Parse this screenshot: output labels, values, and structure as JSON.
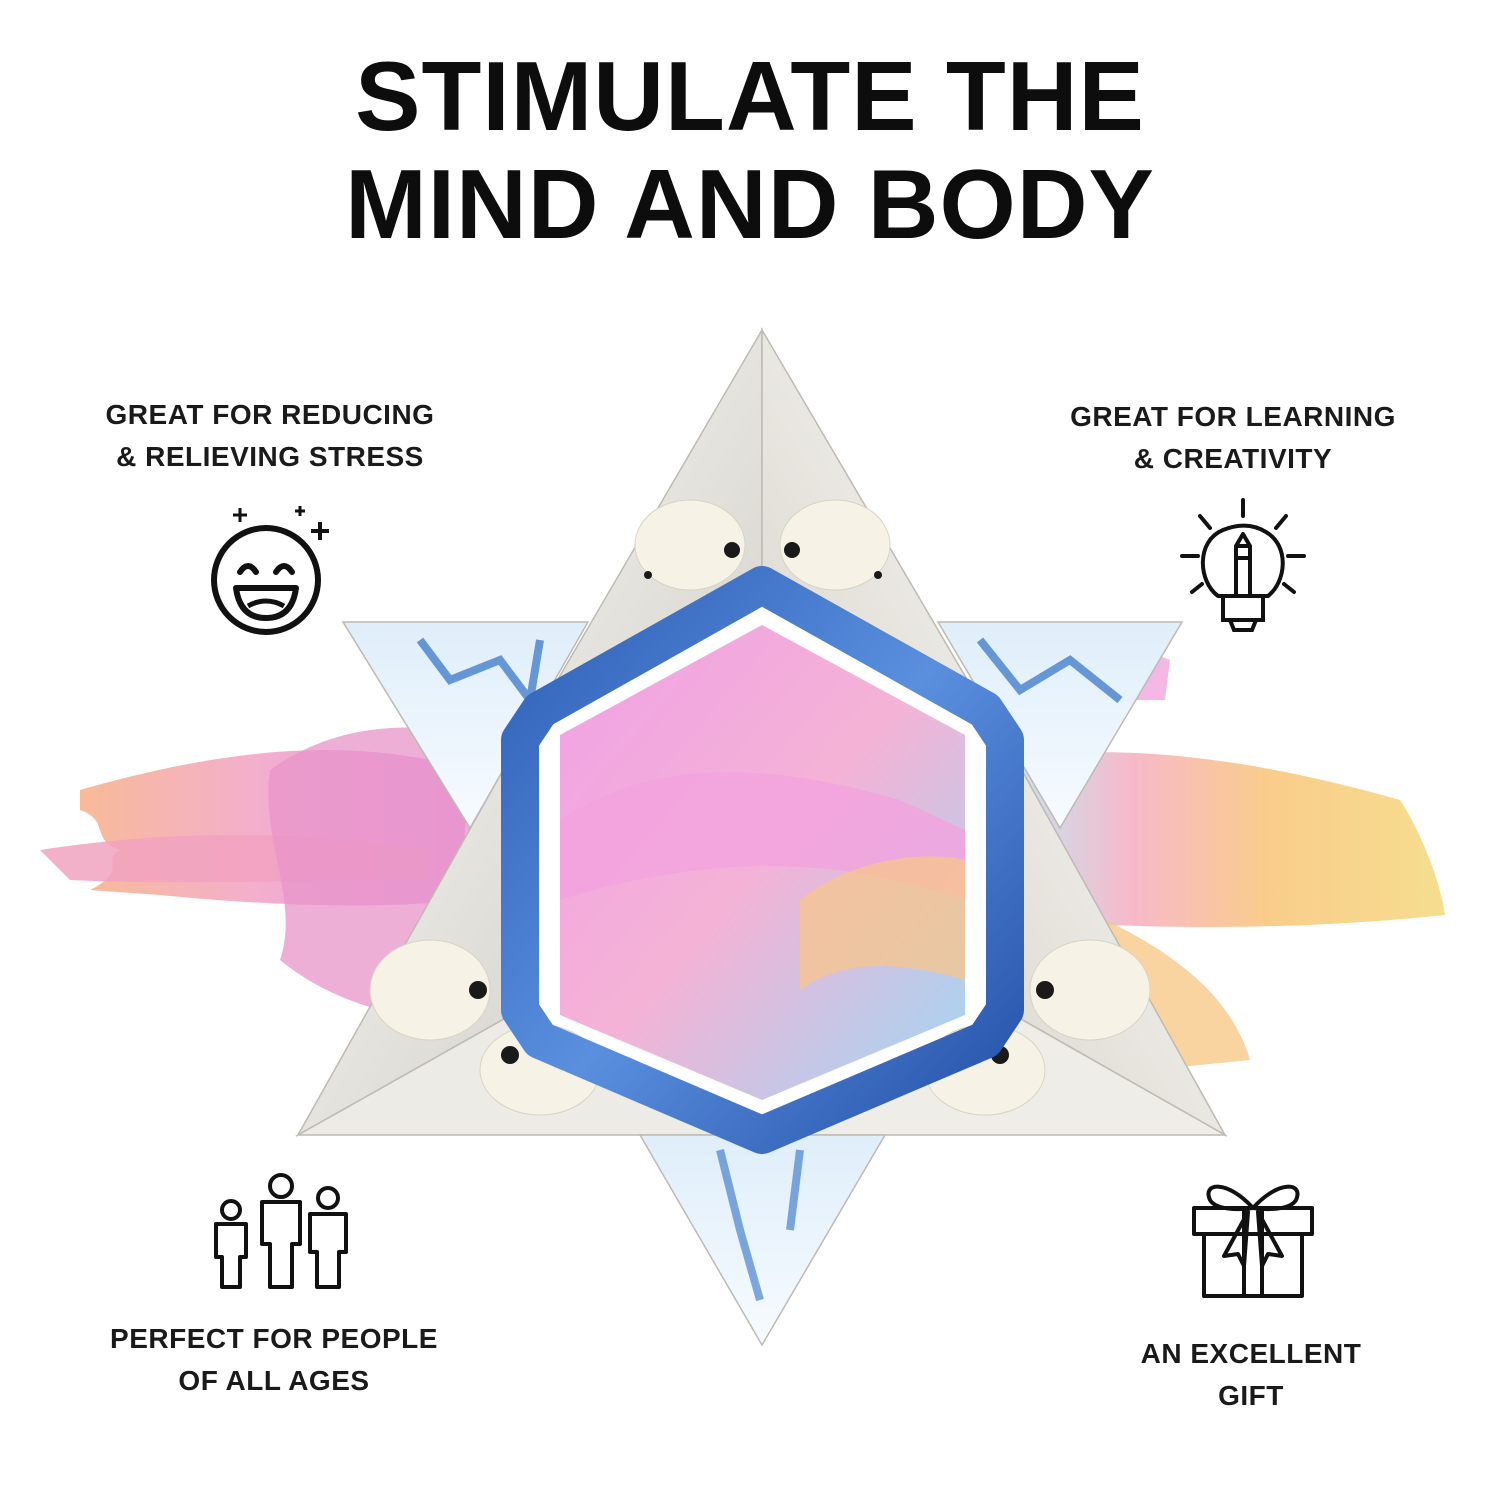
{
  "headline": {
    "line1": "STIMULATE THE",
    "line2": "MIND AND BODY"
  },
  "features": {
    "stress": {
      "line1": "GREAT FOR REDUCING",
      "line2": "& RELIEVING STRESS",
      "icon": "smiley-face-icon"
    },
    "learning": {
      "line1": "GREAT FOR LEARNING",
      "line2": "& CREATIVITY",
      "icon": "lightbulb-pencil-icon"
    },
    "ages": {
      "line1": "PERFECT FOR PEOPLE",
      "line2": "OF ALL AGES",
      "icon": "family-icon"
    },
    "gift": {
      "line1": "AN EXCELLENT",
      "line2": "GIFT",
      "icon": "gift-box-icon"
    }
  },
  "colors": {
    "text": "#0d0d0d",
    "ice_blue": "#2f6fc4",
    "paint_pink": "#e99bd8",
    "paint_peach": "#f6b48f",
    "paint_yellow": "#f4d47a"
  }
}
